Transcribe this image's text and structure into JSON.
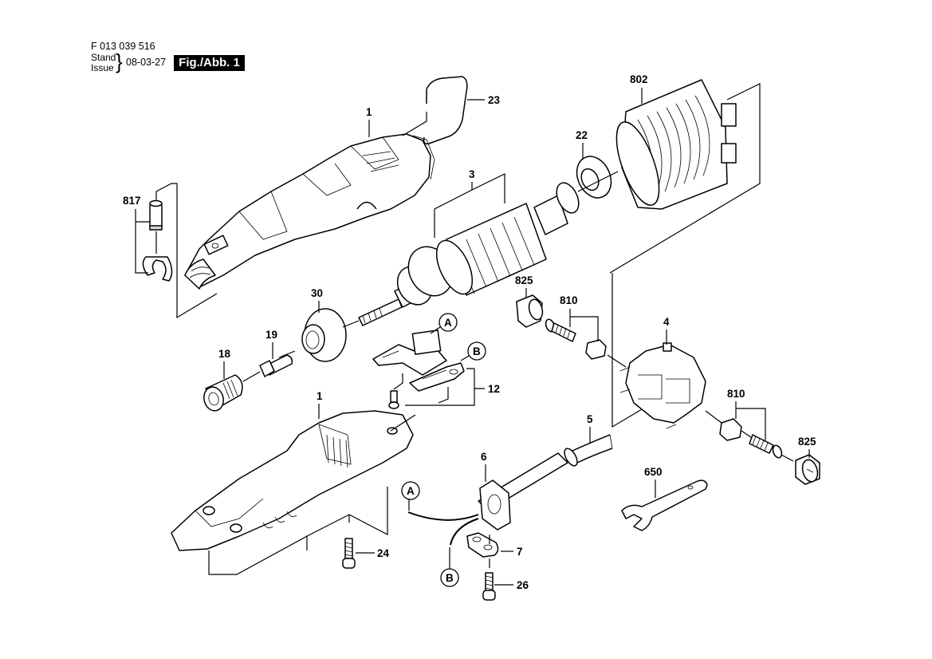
{
  "header": {
    "doc_number": "F 013 039 516",
    "stand_label": "Stand",
    "issue_label": "Issue",
    "brace": "}",
    "date": "08-03-27",
    "figure_badge": "Fig./Abb. 1"
  },
  "callouts": {
    "housing_top": "1",
    "housing_bottom": "1",
    "armature": "3",
    "brush_holder": "4",
    "cord": "5",
    "cord_guard": "6",
    "cord_clamp": "7",
    "brush_plate": "12",
    "collet_nut": "18",
    "collet": "19",
    "bearing_front": "30",
    "bearing_rear": "22",
    "spring_clip": "23",
    "screw_24": "24",
    "screw_26": "26",
    "wrench": "650",
    "field_coil": "802",
    "brush_left": "810",
    "brush_right": "810",
    "spindle_lock": "817",
    "brush_cap_left": "825",
    "brush_cap_right": "825"
  },
  "connectors": {
    "a_top": "A",
    "b_top": "B",
    "a_bottom": "A",
    "b_bottom": "B"
  }
}
